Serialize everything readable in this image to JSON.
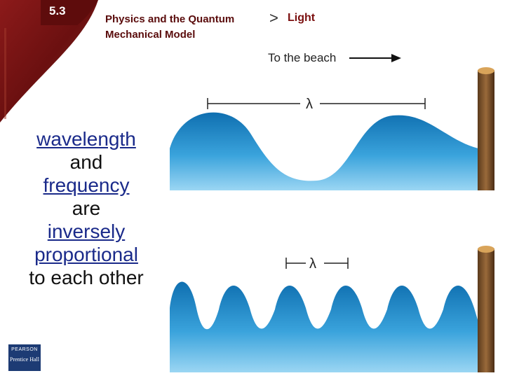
{
  "header": {
    "section_number": "5.3",
    "chapter_title": "Physics and the Quantum Mechanical Model",
    "separator": ">",
    "topic": "Light"
  },
  "statement": {
    "word1": "wavelength",
    "word2": "and",
    "word3": "frequency",
    "word4": "are",
    "word5": "inversely",
    "word6": "proportional",
    "word7": "to each other"
  },
  "diagram": {
    "direction_label": "To the beach",
    "wavelength_symbol_long": "λ",
    "wavelength_symbol_short": "λ"
  },
  "logo": {
    "brand": "PEARSON",
    "imprint": "Prentice Hall"
  },
  "colors": {
    "frame": "#7a1414",
    "water_dark": "#0f6fb0",
    "water_light": "#8fd0f2",
    "keyword": "#1a2a8a",
    "header_text": "#5a0c0c"
  }
}
